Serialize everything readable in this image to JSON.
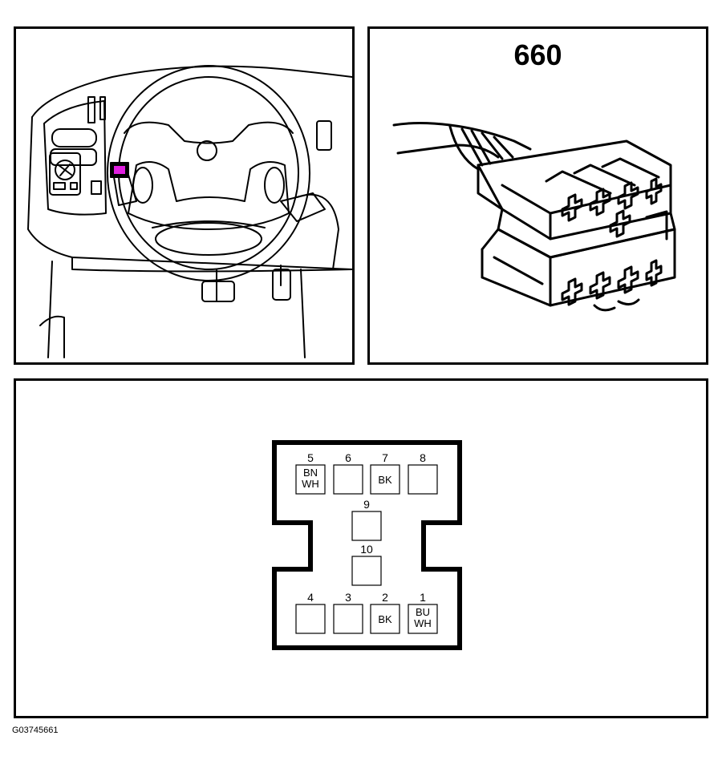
{
  "connector": {
    "number": "660"
  },
  "footer": {
    "image_id": "G03745661"
  },
  "highlight_color": "#e020e0",
  "pins": [
    {
      "num": "5",
      "wire": [
        "BN",
        "WH"
      ]
    },
    {
      "num": "6",
      "wire": []
    },
    {
      "num": "7",
      "wire": [
        "BK"
      ]
    },
    {
      "num": "8",
      "wire": []
    },
    {
      "num": "9",
      "wire": []
    },
    {
      "num": "10",
      "wire": []
    },
    {
      "num": "4",
      "wire": []
    },
    {
      "num": "3",
      "wire": []
    },
    {
      "num": "2",
      "wire": [
        "BK"
      ]
    },
    {
      "num": "1",
      "wire": [
        "BU",
        "WH"
      ]
    }
  ]
}
